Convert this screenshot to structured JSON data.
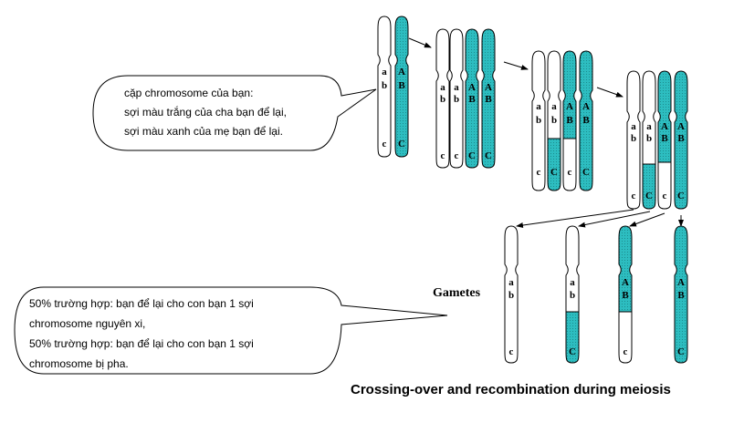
{
  "colors": {
    "maternal": "#2dbdc0",
    "paternal": "#ffffff",
    "outline": "#000000"
  },
  "bubble1": {
    "lines": [
      "cặp chromosome của bạn:",
      "sợi màu trắng của cha bạn để lại,",
      "sợi màu xanh của mẹ bạn để lại."
    ]
  },
  "bubble2": {
    "lines": [
      "50% trường hợp: bạn để lại cho con bạn 1 sợi",
      "chromosome nguyên xi,",
      "50% trường hợp: bạn để lại cho con bạn 1 sợi",
      "chromosome bị pha."
    ]
  },
  "gametes_label": "Gametes",
  "caption": "Crossing-over and recombination  during meiosis",
  "genes": {
    "paternal": [
      "a",
      "b",
      "c"
    ],
    "maternal": [
      "A",
      "B",
      "C"
    ]
  }
}
